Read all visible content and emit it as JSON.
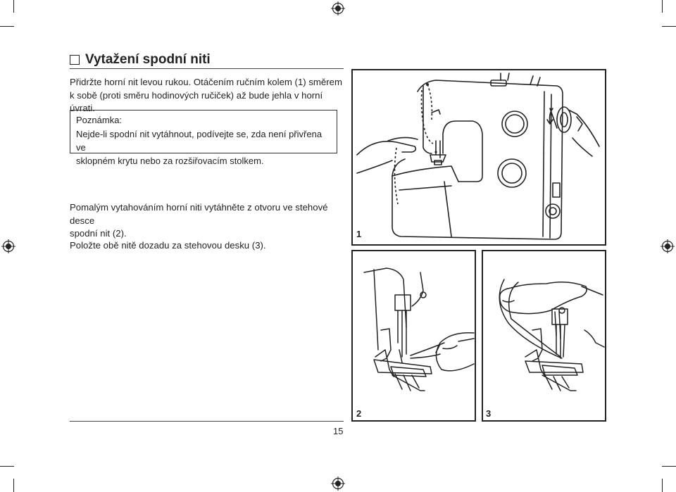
{
  "section": {
    "title": "Vytažení spodní niti"
  },
  "intro": {
    "line1": "Přidržte horní nit levou rukou. Otáčením ručním kolem (1) směrem",
    "line2": "k sobě (proti směru hodinových ručiček) až bude jehla v horní úvrati."
  },
  "note": {
    "label": "Poznámka:",
    "line1": "Nejde-li spodní nit vytáhnout, podívejte se, zda není přivřena ve",
    "line2": "sklopném krytu nebo za rozšiřovacím stolkem."
  },
  "step2": {
    "line1": "Pomalým vytahováním horní niti vytáhněte z otvoru ve stehové desce",
    "line2": "spodní nit (2)."
  },
  "step3": {
    "line1": "Položte obě nitě dozadu za stehovou desku (3)."
  },
  "figures": [
    {
      "number": "1"
    },
    {
      "number": "2"
    },
    {
      "number": "3"
    }
  ],
  "page": {
    "number": "15"
  },
  "colors": {
    "ink": "#222222",
    "paper": "#ffffff"
  },
  "icons": [
    "registration-mark-icon",
    "checkbox-icon"
  ]
}
